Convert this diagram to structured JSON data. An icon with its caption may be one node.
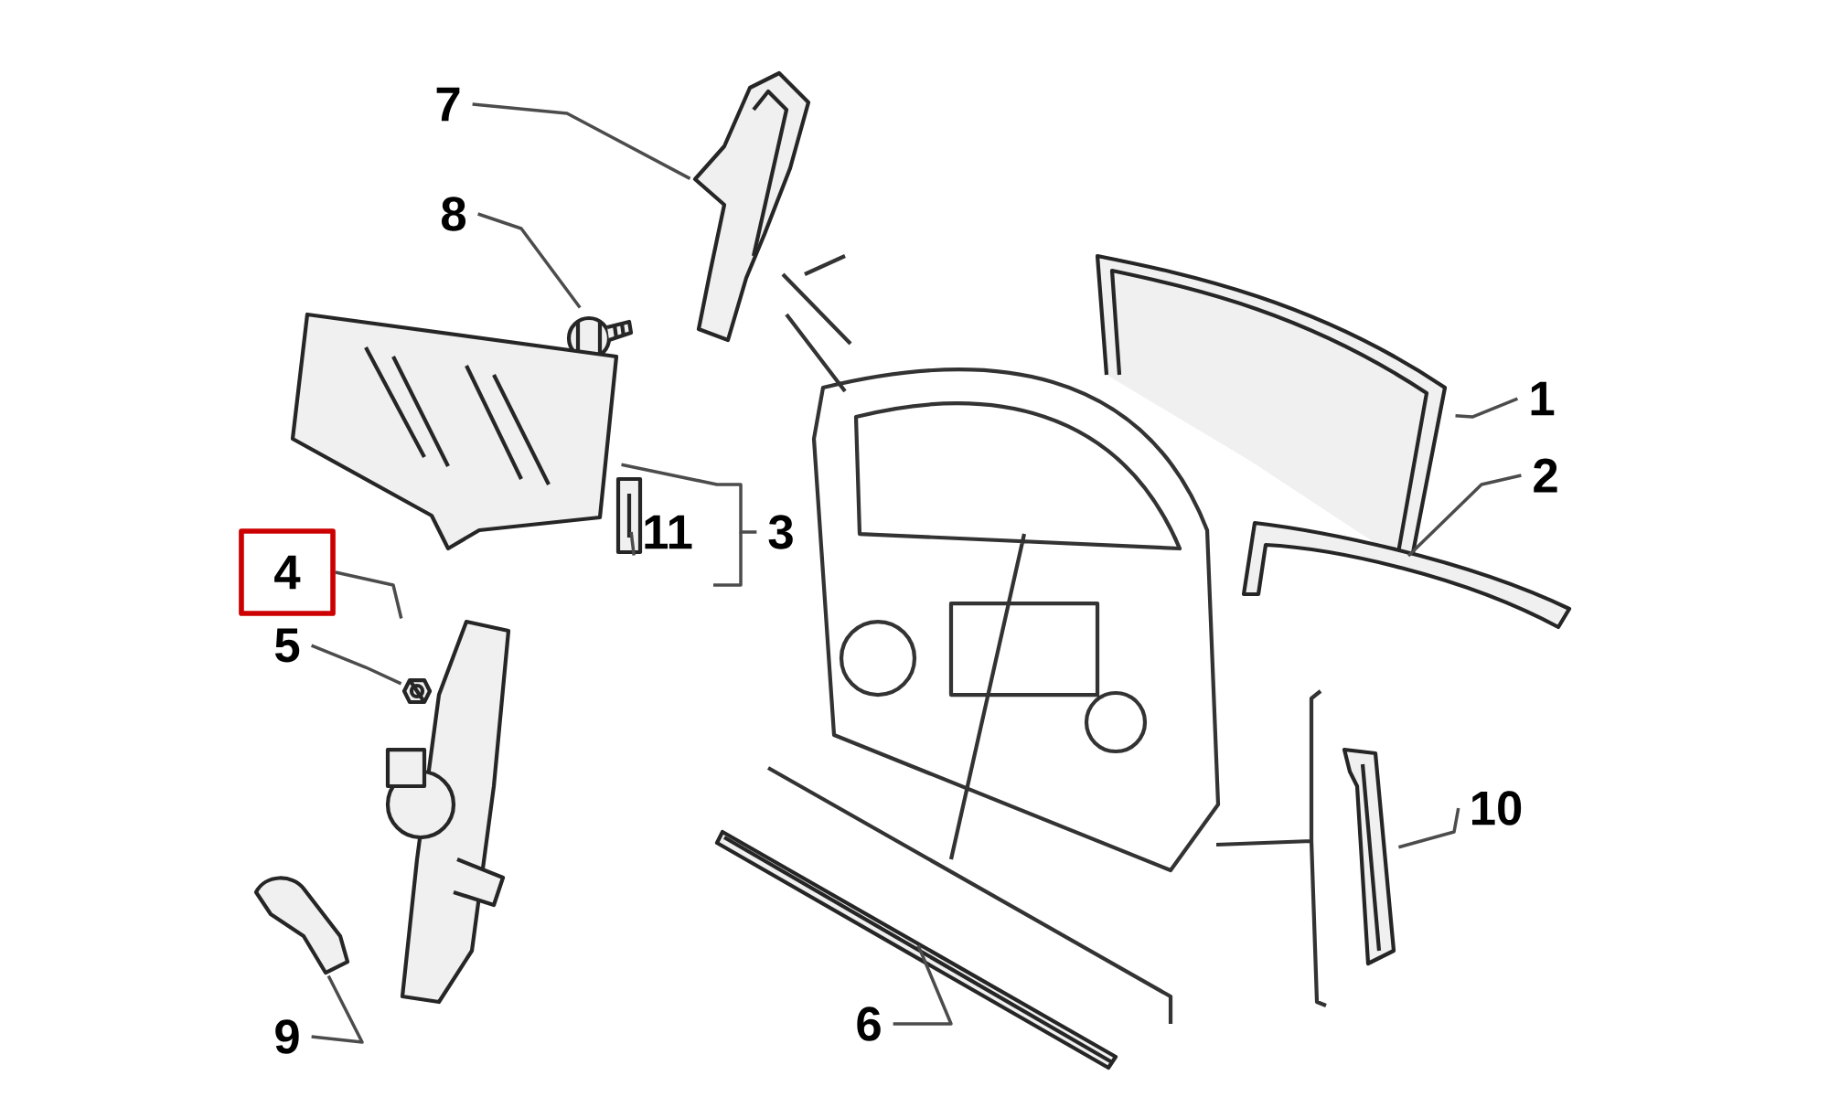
{
  "diagram": {
    "nodes": [
      {
        "text": [
          "7"
        ]
      },
      {
        "text": [],
        "shape": "picture"
      },
      {
        "text": [
          "8"
        ]
      },
      {
        "text": [],
        "shape": "picture"
      },
      {
        "text": [],
        "shape": "picture"
      },
      {
        "text": [
          "11"
        ]
      },
      {
        "text": [
          "3"
        ]
      },
      {
        "text": [],
        "shape": "picture"
      },
      {
        "text": [],
        "shape": "picture"
      },
      {
        "text": [
          "1"
        ]
      },
      {
        "text": [],
        "shape": "picture"
      },
      {
        "text": [
          "2"
        ]
      },
      {
        "text": [
          "4"
        ]
      },
      {
        "text": [],
        "shape": "picture"
      },
      {
        "text": [
          "5"
        ]
      },
      {
        "text": [],
        "shape": "picture"
      },
      {
        "text": [],
        "shape": "picture"
      },
      {
        "text": [
          "10"
        ]
      },
      {
        "text": [],
        "shape": "picture"
      },
      {
        "text": [],
        "shape": "picture"
      },
      {
        "text": [
          "9"
        ]
      },
      {
        "text": [
          "6"
        ]
      }
    ],
    "edges": [
      {
        "from": 0,
        "to": 1,
        "arrow": "none"
      },
      {
        "from": 2,
        "to": 3,
        "arrow": "none"
      },
      {
        "from": 5,
        "to": 7,
        "arrow": "none"
      },
      {
        "from": 6,
        "to": 4,
        "arrow": "none"
      },
      {
        "from": 9,
        "to": 8,
        "arrow": "none"
      },
      {
        "from": 11,
        "to": 10,
        "arrow": "none"
      },
      {
        "from": 12,
        "to": 13,
        "arrow": "none"
      },
      {
        "from": 14,
        "to": 15,
        "arrow": "none"
      },
      {
        "from": 17,
        "to": 18,
        "arrow": "none"
      },
      {
        "from": 20,
        "to": 16,
        "arrow": "none"
      },
      {
        "from": 21,
        "to": 19,
        "arrow": "none"
      }
    ]
  }
}
